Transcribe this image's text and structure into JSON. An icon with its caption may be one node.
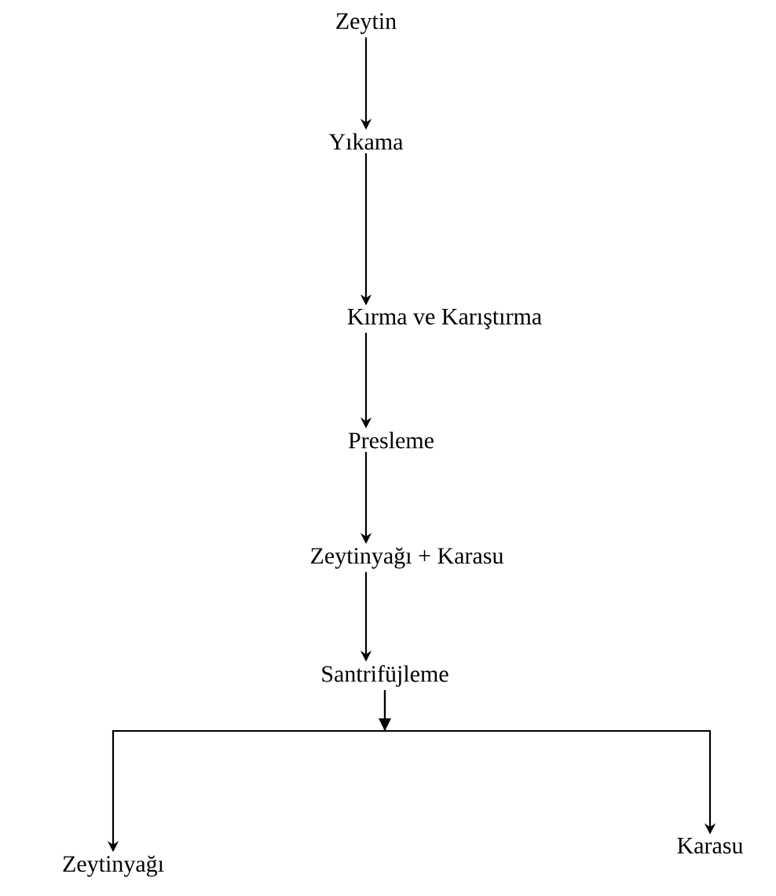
{
  "diagram": {
    "nodes": [
      {
        "text": [
          "Zeytin"
        ]
      },
      {
        "text": [
          "Yıkama"
        ]
      },
      {
        "text": [
          "Kırma ve Karıştırma"
        ]
      },
      {
        "text": [
          "Presleme"
        ]
      },
      {
        "text": [
          "Zeytinyağı + Karasu"
        ]
      },
      {
        "text": [
          "Santrifüjleme"
        ]
      },
      {
        "text": [
          "Zeytinyağı"
        ]
      },
      {
        "text": [
          "Karasu"
        ]
      }
    ],
    "edges": [
      {
        "from": 0,
        "to": 1,
        "arrow": "to"
      },
      {
        "from": 1,
        "to": 2,
        "arrow": "to"
      },
      {
        "from": 2,
        "to": 3,
        "arrow": "to"
      },
      {
        "from": 3,
        "to": 4,
        "arrow": "to"
      },
      {
        "from": 4,
        "to": 5,
        "arrow": "to"
      },
      {
        "from": 5,
        "to": 6,
        "arrow": "to"
      },
      {
        "from": 5,
        "to": 7,
        "arrow": "to"
      }
    ]
  }
}
